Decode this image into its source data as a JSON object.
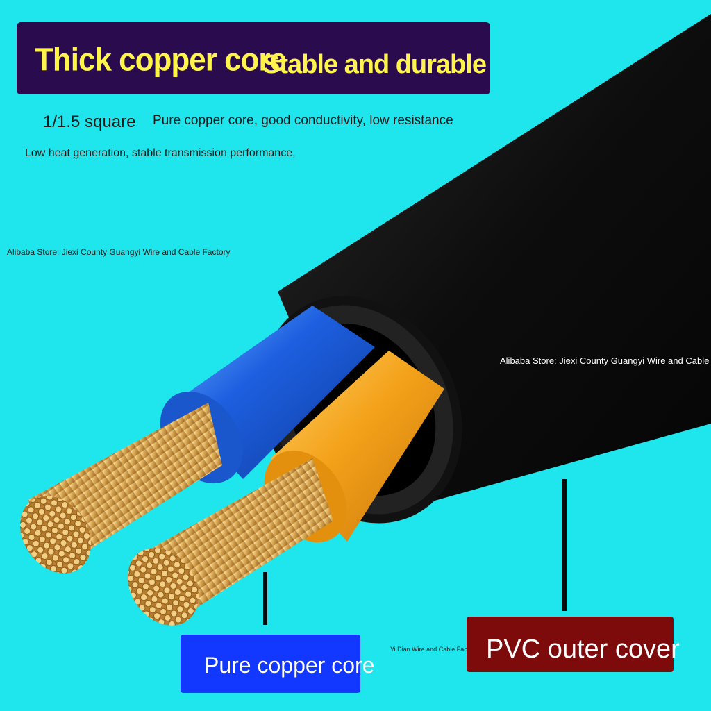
{
  "banner": {
    "title": "Thick copper core",
    "subtitle": "Stable and durable"
  },
  "spec": "1/1.5 square",
  "features": {
    "line1": "Pure copper core, good conductivity, low resistance",
    "line2": "Low heat generation, stable transmission performance,"
  },
  "watermarks": {
    "store_left": "Alibaba Store: Jiexi County Guangyi Wire and Cable Factory",
    "store_right": "Alibaba Store: Jiexi County Guangyi Wire and Cable",
    "small": "Yi Dian Wire and Cable Factory"
  },
  "labels": {
    "copper": "Pure copper core",
    "pvc": "PVC outer cover"
  },
  "colors": {
    "background": "#1ee6ec",
    "banner": "#2a0b4e",
    "banner_text": "#fff44a",
    "copper_label": "#1237ff",
    "pvc_label": "#7e0b0b",
    "jacket": "#0c0c0c",
    "blue_insulation": "#1d5fe0",
    "orange_insulation": "#f4a21a",
    "copper": "#d9a14a"
  }
}
